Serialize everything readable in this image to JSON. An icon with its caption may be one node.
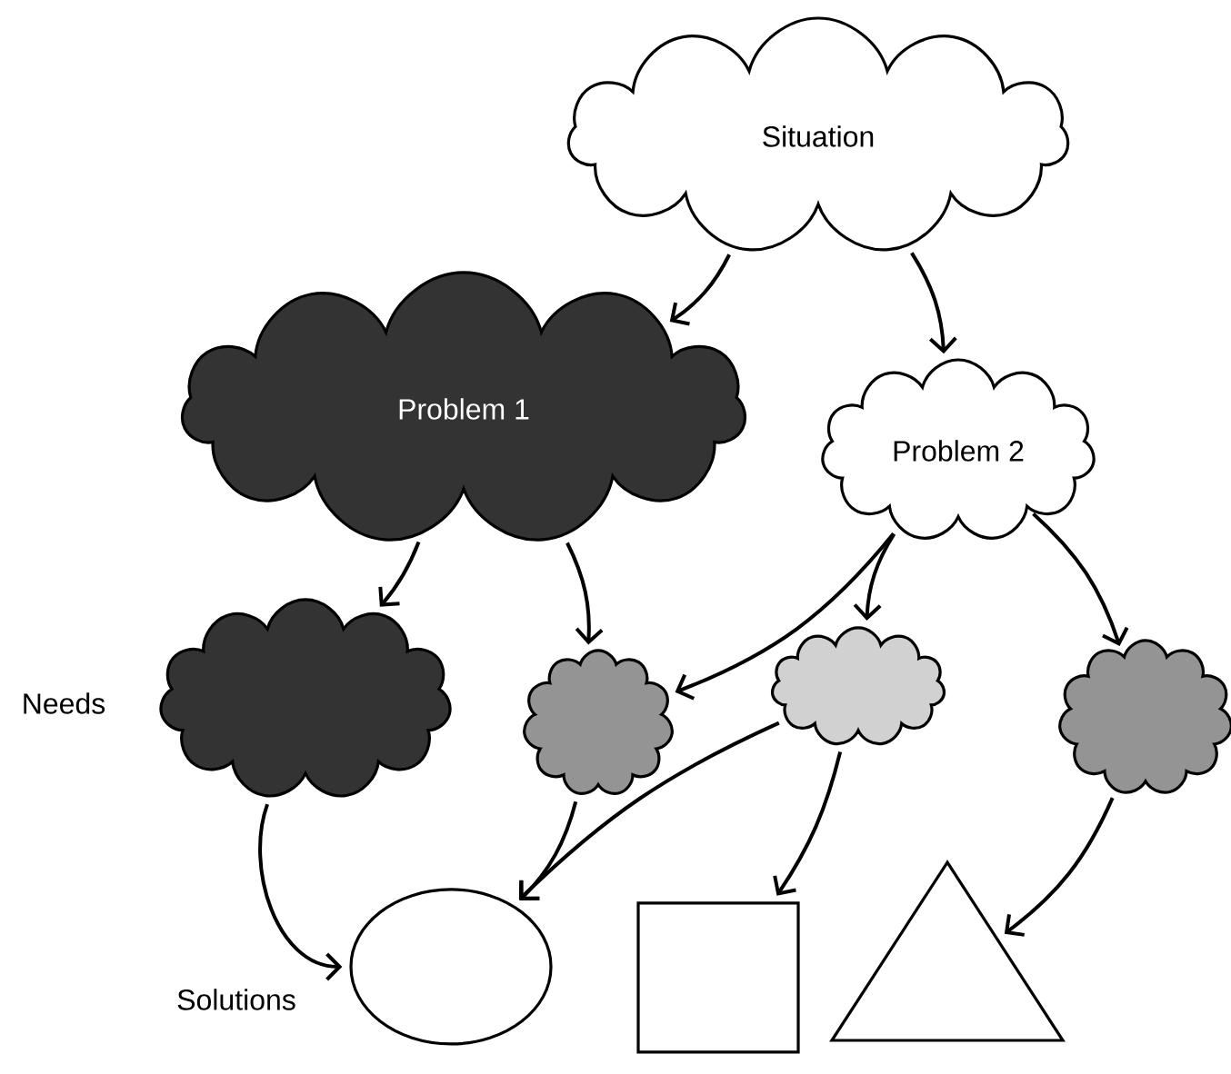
{
  "diagram": {
    "nodes": [
      {
        "text": [
          "Situation"
        ]
      },
      {
        "text": [
          "Problem 1"
        ]
      },
      {
        "text": [
          "Problem 2"
        ]
      },
      {
        "text": [],
        "shape": "cloud"
      },
      {
        "text": [],
        "shape": "cloud"
      },
      {
        "text": [],
        "shape": "cloud"
      },
      {
        "text": [],
        "shape": "cloud"
      },
      {
        "text": [],
        "shape": "circle"
      },
      {
        "text": [],
        "shape": "box"
      },
      {
        "text": [],
        "shape": "triangle"
      }
    ],
    "edges": [
      {
        "from": 0,
        "to": 1,
        "arrow": "to"
      },
      {
        "from": 0,
        "to": 2,
        "arrow": "to"
      },
      {
        "from": 1,
        "to": 3,
        "arrow": "to"
      },
      {
        "from": 1,
        "to": 4,
        "arrow": "to"
      },
      {
        "from": 2,
        "to": 4,
        "arrow": "to"
      },
      {
        "from": 2,
        "to": 5,
        "arrow": "to"
      },
      {
        "from": 2,
        "to": 6,
        "arrow": "to"
      },
      {
        "from": 3,
        "to": 7,
        "arrow": "to"
      },
      {
        "from": 4,
        "to": 7,
        "arrow": "to"
      },
      {
        "from": 5,
        "to": 7,
        "arrow": "to"
      },
      {
        "from": 5,
        "to": 8,
        "arrow": "to"
      },
      {
        "from": 6,
        "to": 9,
        "arrow": "to"
      }
    ],
    "labels": [
      "Needs",
      "Solutions"
    ]
  }
}
